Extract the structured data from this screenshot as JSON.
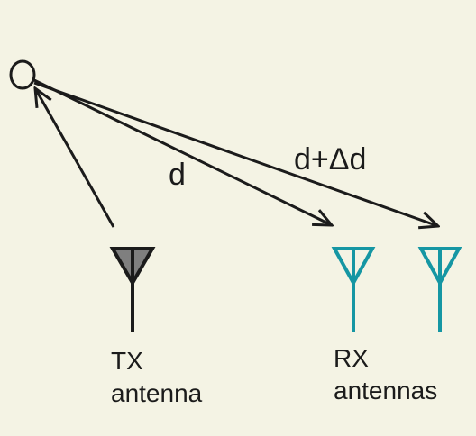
{
  "diagram": {
    "labels": {
      "direct_path": "d",
      "delayed_path": "d+Δd",
      "tx_line1": "TX",
      "tx_line2": "antenna",
      "rx_line1": "RX",
      "rx_line2": "antennas"
    },
    "colors": {
      "background": "#f4f3e4",
      "ink": "#1b1b1b",
      "tx_fill": "#7f7f7f",
      "rx_stroke": "#1596a3"
    }
  }
}
